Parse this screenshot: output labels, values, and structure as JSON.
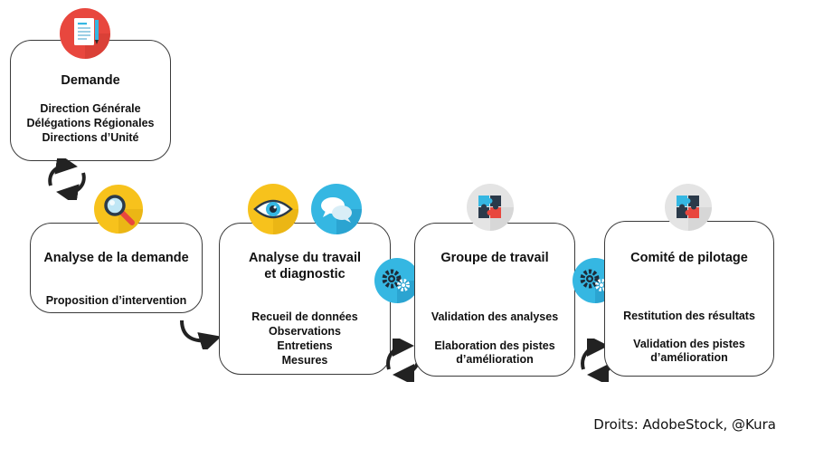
{
  "boxes": {
    "demande": {
      "title": "Demande",
      "lines": [
        "Direction Générale",
        "Délégations Régionales",
        "Directions d’Unité"
      ]
    },
    "analyse_demande": {
      "title": "Analyse de la demande",
      "lines": [
        "Proposition d’intervention"
      ]
    },
    "analyse_travail": {
      "title_lines": [
        "Analyse du travail",
        "et diagnostic"
      ],
      "lines": [
        "Recueil de données",
        "Observations",
        "Entretiens",
        "Mesures"
      ]
    },
    "groupe_travail": {
      "title": "Groupe de travail",
      "lines": [
        "Validation des analyses",
        "Elaboration des pistes",
        "d’amélioration"
      ]
    },
    "comite_pilotage": {
      "title": "Comité de pilotage",
      "lines": [
        "Restitution des résultats",
        "Validation des pistes",
        "d’amélioration"
      ]
    }
  },
  "icons": [
    "document-icon",
    "magnifier-icon",
    "eye-icon",
    "chat-bubbles-icon",
    "gears-icon",
    "puzzle-icon",
    "cycle-arrows-icon"
  ],
  "colors": {
    "red": "#e8473e",
    "yellow": "#f7c21c",
    "blue": "#35b7e2",
    "grey": "#e4e4e4",
    "border": "#3a3a3a"
  },
  "credit": "Droits: AdobeStock, @Kura"
}
